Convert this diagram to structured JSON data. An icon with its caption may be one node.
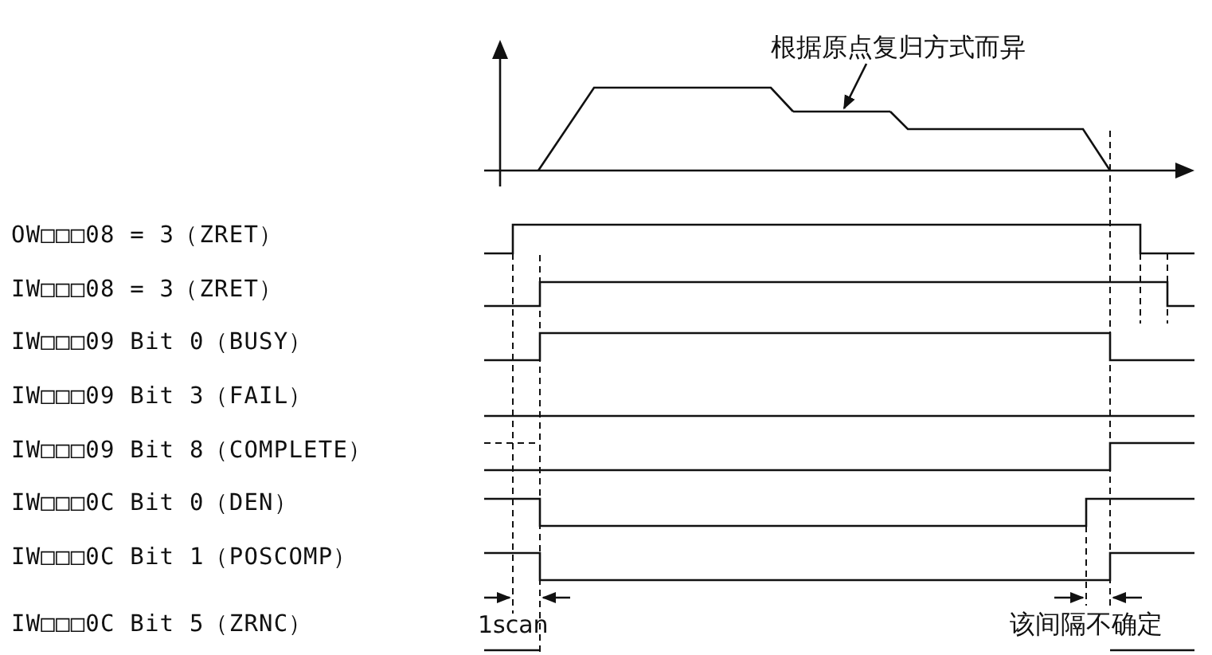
{
  "diagram": {
    "nodes": [
      {
        "text": [
          "根据原点复归方式而异"
        ]
      },
      {
        "text": [],
        "shape": "picture"
      }
    ],
    "edges": [
      {
        "from": 0,
        "to": 1,
        "arrow": "to"
      }
    ],
    "labels": [
      "OW□□□08 = 3（ZRET）",
      "IW□□□08 = 3（ZRET）",
      "IW□□□09 Bit 0（BUSY）",
      "IW□□□09 Bit 3（FAIL）",
      "IW□□□09 Bit 8（COMPLETE）",
      "IW□□□0C Bit 0（DEN）",
      "IW□□□0C Bit 1（POSCOMP）",
      "IW□□□0C Bit 5（ZRNC）",
      "1scan",
      "该间隔不确定"
    ]
  }
}
